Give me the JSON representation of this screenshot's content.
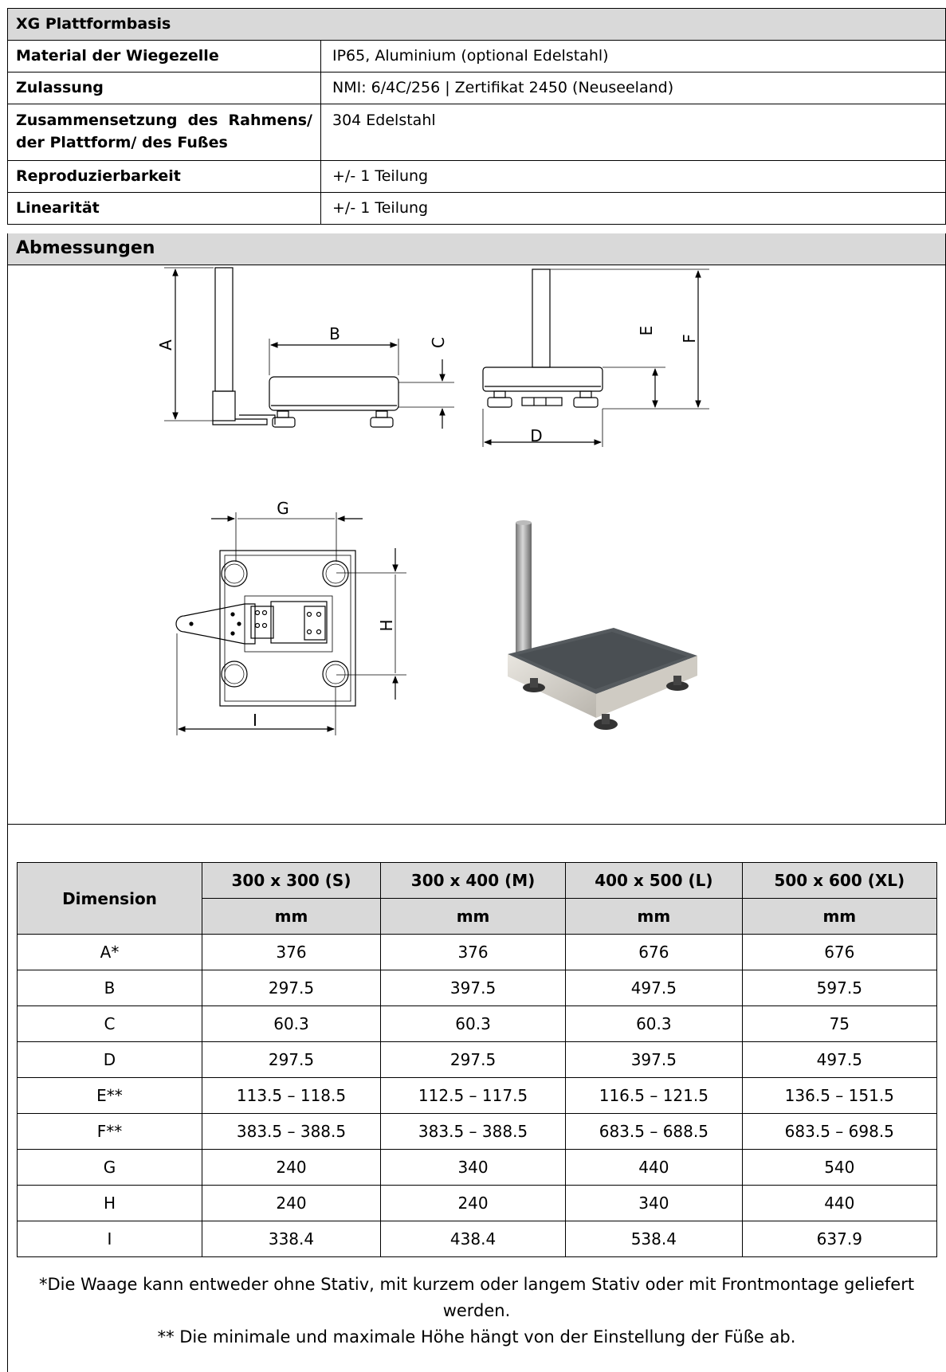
{
  "spec_table": {
    "title": "XG Plattformbasis",
    "rows": [
      {
        "label": "Material der Wiegezelle",
        "value": "IP65, Aluminium (optional Edelstahl)"
      },
      {
        "label": "Zulassung",
        "value": "NMI: 6/4C/256 | Zertifikat 2450 (Neuseeland)"
      },
      {
        "label": "Zusammensetzung des Rahmens/ der Plattform/ des Fußes",
        "value": "304 Edelstahl"
      },
      {
        "label": "Reproduzierbarkeit",
        "value": "+/- 1 Teilung"
      },
      {
        "label": "Linearität",
        "value": "+/- 1 Teilung"
      }
    ]
  },
  "dimensions_header": "Abmessungen",
  "drawing_labels": {
    "a": "A",
    "b": "B",
    "c": "C",
    "d": "D",
    "e": "E",
    "f": "F",
    "g": "G",
    "h": "H",
    "i": "I"
  },
  "dimension_table": {
    "corner_header": "Dimension",
    "columns": [
      {
        "size": "300 x 300 (S)",
        "unit": "mm"
      },
      {
        "size": "300 x 400 (M)",
        "unit": "mm"
      },
      {
        "size": "400 x 500 (L)",
        "unit": "mm"
      },
      {
        "size": "500 x 600 (XL)",
        "unit": "mm"
      }
    ],
    "rows": [
      {
        "dim": "A*",
        "values": [
          "376",
          "376",
          "676",
          "676"
        ]
      },
      {
        "dim": "B",
        "values": [
          "297.5",
          "397.5",
          "497.5",
          "597.5"
        ]
      },
      {
        "dim": "C",
        "values": [
          "60.3",
          "60.3",
          "60.3",
          "75"
        ]
      },
      {
        "dim": "D",
        "values": [
          "297.5",
          "297.5",
          "397.5",
          "497.5"
        ]
      },
      {
        "dim": "E**",
        "values": [
          "113.5 – 118.5",
          "112.5 – 117.5",
          "116.5 – 121.5",
          "136.5 – 151.5"
        ]
      },
      {
        "dim": "F**",
        "values": [
          "383.5 – 388.5",
          "383.5 – 388.5",
          "683.5 – 688.5",
          "683.5 – 698.5"
        ]
      },
      {
        "dim": "G",
        "values": [
          "240",
          "340",
          "440",
          "540"
        ]
      },
      {
        "dim": "H",
        "values": [
          "240",
          "240",
          "340",
          "440"
        ]
      },
      {
        "dim": "I",
        "values": [
          "338.4",
          "438.4",
          "538.4",
          "637.9"
        ]
      }
    ]
  },
  "notes": {
    "note1": "*Die Waage kann entweder ohne Stativ, mit kurzem oder langem Stativ oder mit Frontmontage geliefert werden.",
    "note2": "** Die minimale und maximale Höhe hängt von der Einstellung der Füße ab."
  }
}
